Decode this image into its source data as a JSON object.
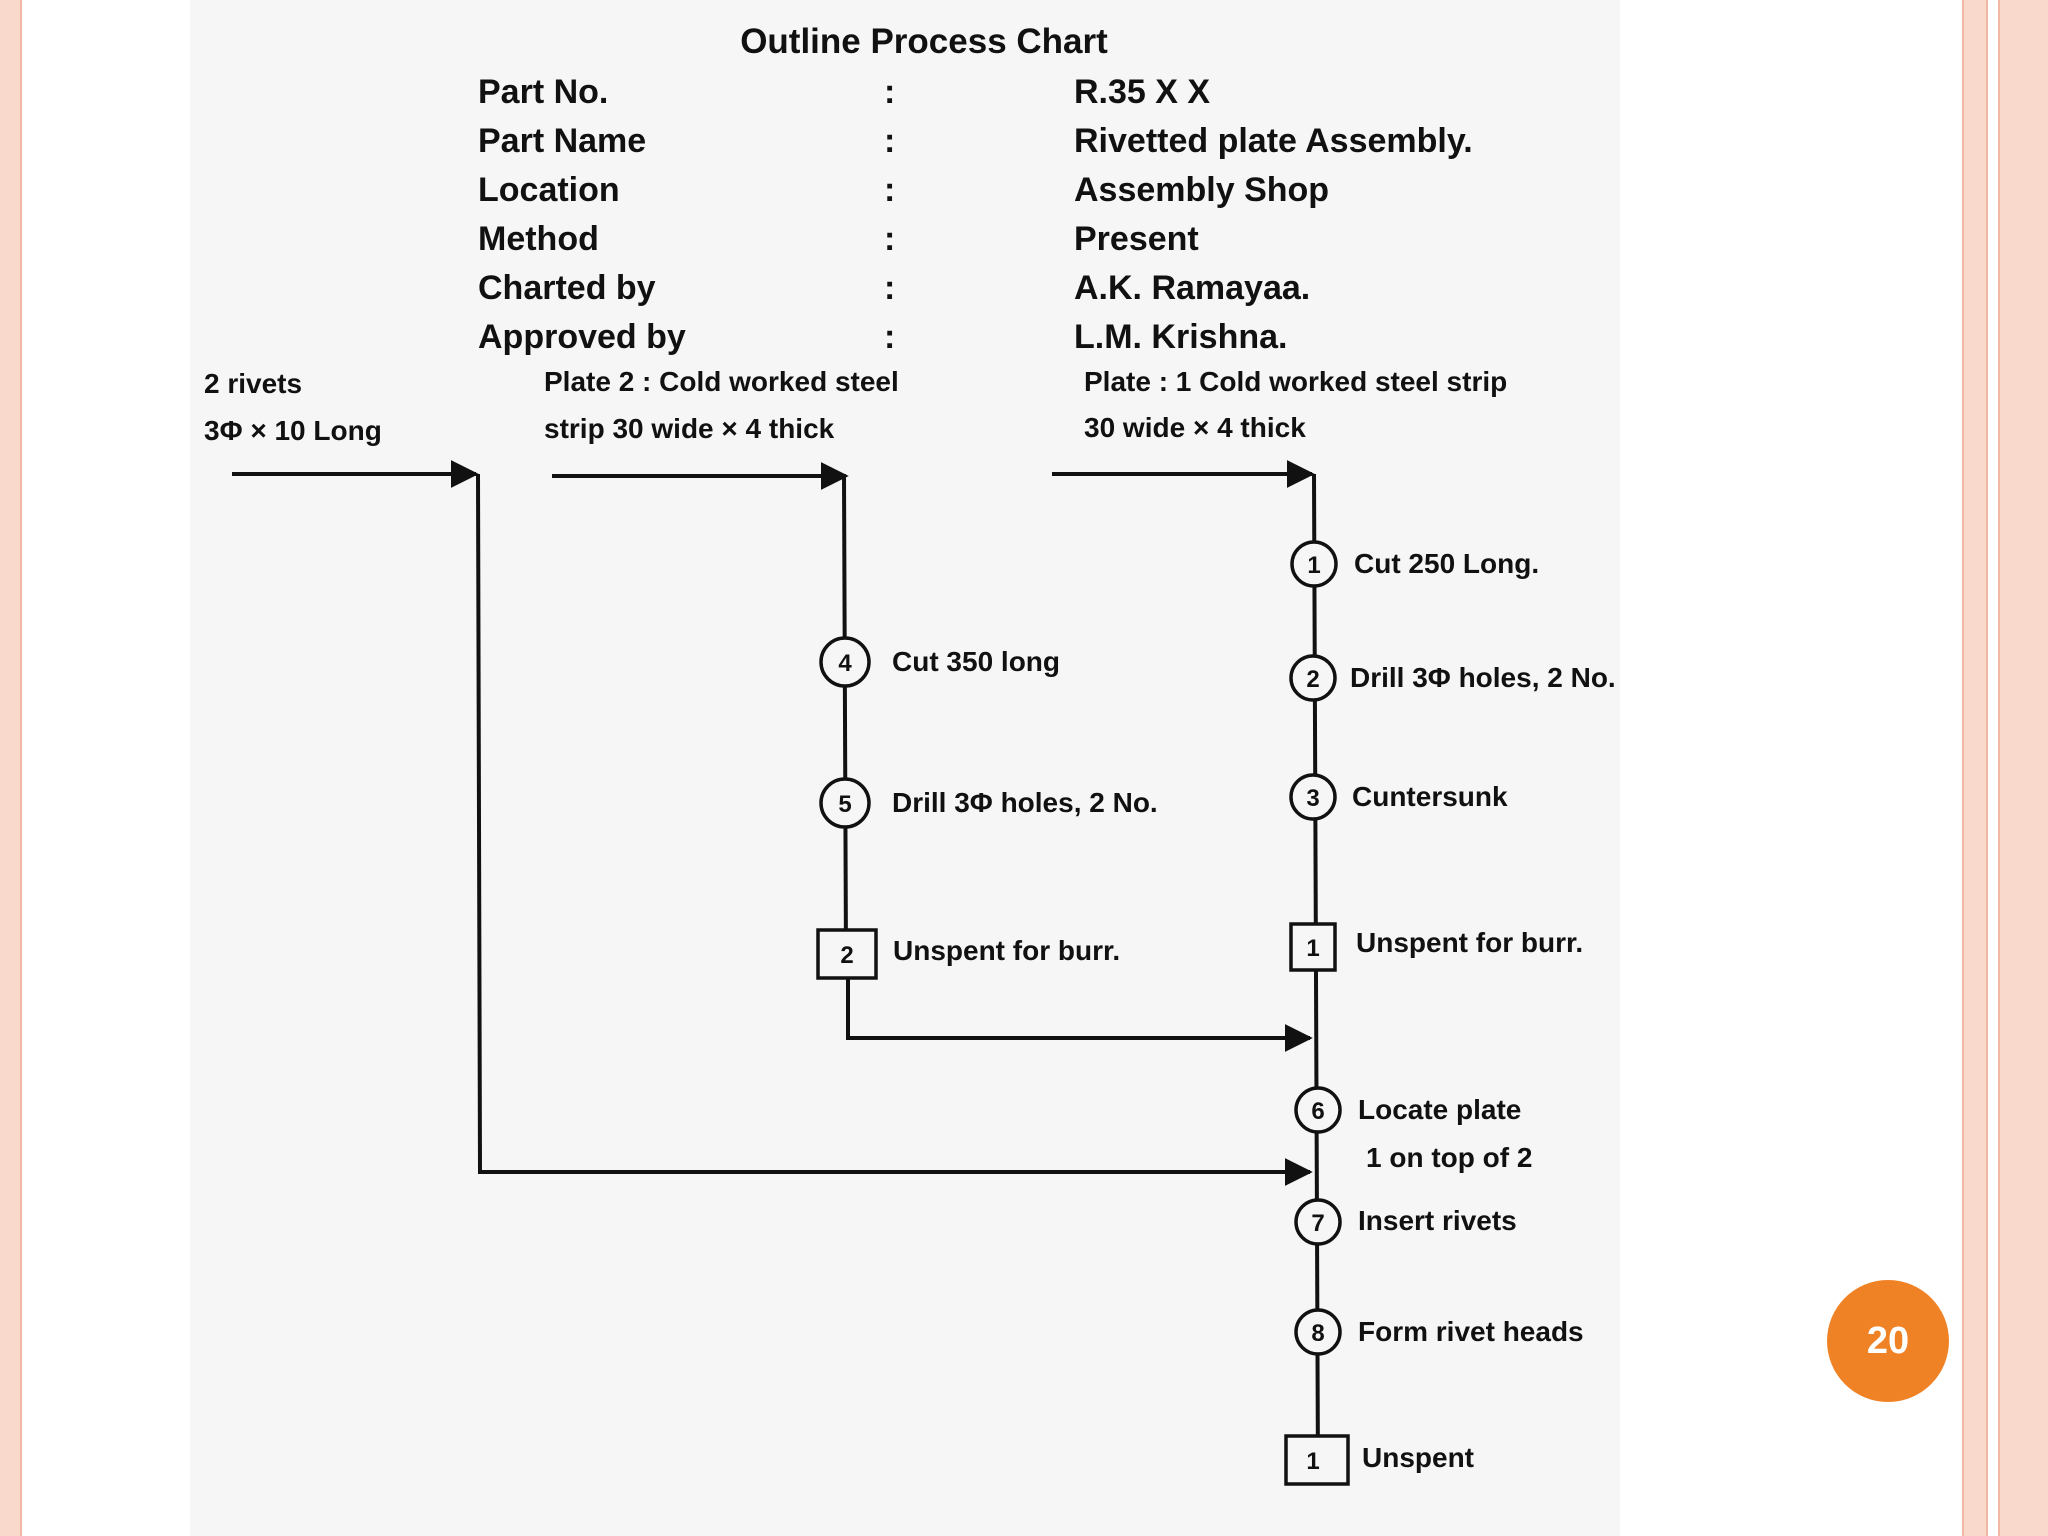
{
  "title": "Outline Process Chart",
  "header_rows": [
    {
      "label": "Part No.",
      "sep": ":",
      "value": "R.35 X X"
    },
    {
      "label": "Part Name",
      "sep": ":",
      "value": "Rivetted plate Assembly."
    },
    {
      "label": "Location",
      "sep": ":",
      "value": "Assembly Shop"
    },
    {
      "label": "Method",
      "sep": ":",
      "value": "Present"
    },
    {
      "label": "Charted by",
      "sep": ":",
      "value": "A.K. Ramayaa."
    },
    {
      "label": "Approved by",
      "sep": ":",
      "value": "L.M. Krishna."
    }
  ],
  "inputs": {
    "rivets": [
      "2 rivets",
      "3Φ × 10 Long"
    ],
    "plate2": [
      "Plate 2 : Cold worked steel",
      "strip 30 wide × 4 thick"
    ],
    "plate1": [
      "Plate : 1 Cold worked steel strip",
      "30 wide × 4 thick"
    ]
  },
  "steps": {
    "op1": {
      "symbol": "1",
      "label": "Cut 250 Long."
    },
    "op2": {
      "symbol": "2",
      "label": "Drill 3Φ holes, 2 No."
    },
    "op3": {
      "symbol": "3",
      "label": "Cuntersunk"
    },
    "insp1": {
      "symbol": "1",
      "label": "Unspent for burr."
    },
    "op4": {
      "symbol": "4",
      "label": "Cut 350 long"
    },
    "op5": {
      "symbol": "5",
      "label": "Drill 3Φ holes, 2 No."
    },
    "insp2": {
      "symbol": "2",
      "label": "Unspent for burr."
    },
    "op6": {
      "symbol": "6",
      "label": [
        "Locate plate",
        "1 on top of 2"
      ]
    },
    "op7": {
      "symbol": "7",
      "label": "Insert rivets"
    },
    "op8": {
      "symbol": "8",
      "label": "Form rivet heads"
    },
    "insp3": {
      "symbol": "1",
      "label": "Unspent"
    }
  },
  "page_number": "20",
  "colors": {
    "accent": "#f08226",
    "frame": "#f8d9cc",
    "frame_line": "#f0b8a2"
  }
}
